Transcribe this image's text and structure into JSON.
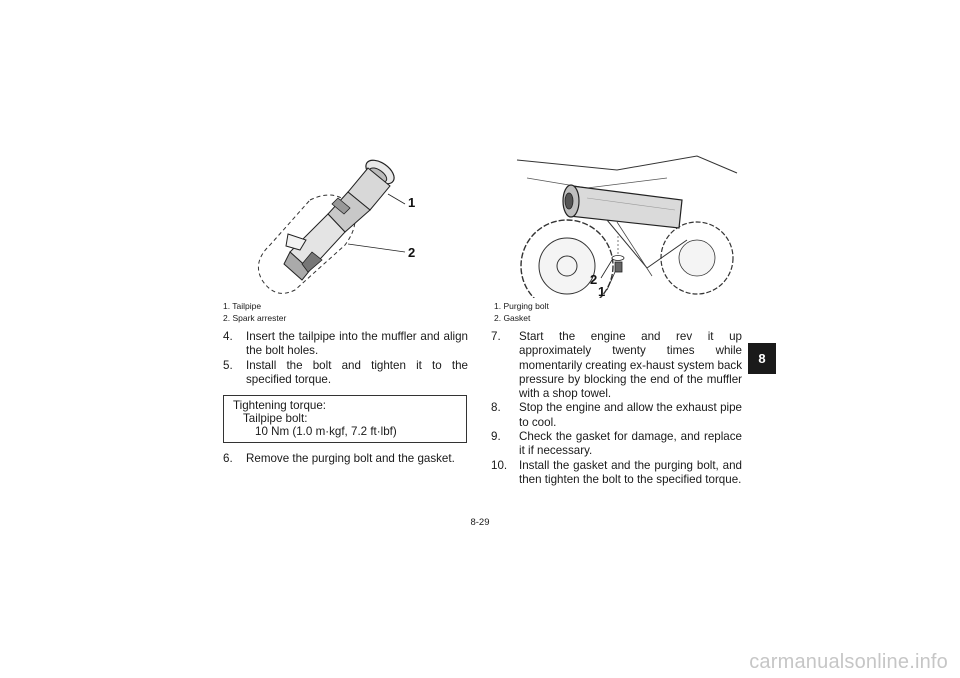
{
  "left_figure": {
    "callouts": [
      "1",
      "2"
    ],
    "caption": [
      "1. Tailpipe",
      "2. Spark arrester"
    ]
  },
  "right_figure": {
    "callouts": [
      "2",
      "1"
    ],
    "caption": [
      "1. Purging bolt",
      "2. Gasket"
    ]
  },
  "left_steps": [
    {
      "num": "4.",
      "text": "Insert the tailpipe into the muffler and align the bolt holes."
    },
    {
      "num": "5.",
      "text": "Install the bolt and tighten it to the specified torque."
    }
  ],
  "torque_box": {
    "title": "Tightening torque:",
    "item": "Tailpipe bolt:",
    "value": "10 Nm (1.0 m·kgf, 7.2 ft·lbf)"
  },
  "left_steps_after": [
    {
      "num": "6.",
      "text": "Remove the purging bolt and the gasket."
    }
  ],
  "right_steps": [
    {
      "num": "7.",
      "text": "Start the engine and rev it up approximately twenty times while momentarily creating ex-haust system back pressure by blocking the end of the muffler with a shop towel."
    },
    {
      "num": "8.",
      "text": "Stop the engine and allow the exhaust pipe to cool."
    },
    {
      "num": "9.",
      "text": "Check the gasket for damage, and replace it if necessary."
    },
    {
      "num": "10.",
      "text": "Install the gasket and the purging bolt, and then tighten the bolt to the specified torque."
    }
  ],
  "chapter_tab": "8",
  "page_number": "8-29",
  "footer": "carmanualsonline.info"
}
